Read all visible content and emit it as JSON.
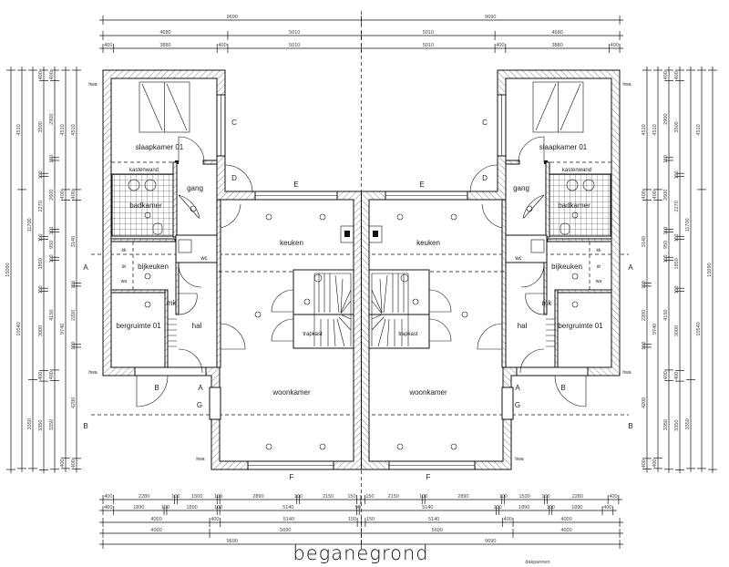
{
  "title": "beganegrond",
  "note": "dakpannen",
  "rooms": {
    "slaapkamer": "slaapkamer 01",
    "kastenwand": "kastenwand",
    "gang": "gang",
    "badkamer": "badkamer",
    "keuken": "keuken",
    "bijkeuken": "bijkeuken",
    "wc": "wc",
    "mk": "mk",
    "hal": "hal",
    "bergruimte": "bergruimte 01",
    "trapkast": "trapkast",
    "woonkamer": "woonkamer",
    "kk": "kk",
    "dr": "dr",
    "wa": "wa"
  },
  "markers": {
    "A": "A",
    "B": "B",
    "C": "C",
    "D": "D",
    "E": "E",
    "F": "F",
    "G": "G",
    "hwa": "hwa"
  },
  "dimensions": {
    "top": [
      [
        9690,
        9690
      ],
      [
        4680,
        5010,
        5010,
        4680
      ],
      [
        400,
        3880,
        400,
        5010,
        5010,
        400,
        3880,
        400
      ]
    ],
    "bottom": [
      [
        400,
        2280,
        100,
        1500,
        100,
        2890,
        100,
        2150,
        150,
        150,
        2150,
        100,
        2890,
        100,
        1500,
        100,
        2280,
        400
      ],
      [
        400,
        1890,
        100,
        1890,
        100,
        5140,
        90,
        5140,
        100,
        1890,
        100,
        1890,
        400
      ],
      [
        4000,
        400,
        5140,
        150,
        150,
        5140,
        400,
        4000
      ],
      [
        4000,
        5690,
        5690,
        4000
      ],
      [
        9690,
        9690
      ]
    ],
    "left": [
      [
        15090
      ],
      [
        4510,
        10540
      ],
      [
        11700,
        3350
      ],
      [
        400,
        3500,
        110,
        2270,
        110,
        1850,
        110,
        3000,
        400,
        3350
      ],
      [
        400,
        2900,
        110,
        2600,
        110,
        950,
        110,
        4150,
        400,
        3350
      ],
      [
        4510,
        400,
        9740,
        400
      ],
      [
        4510,
        400,
        3140,
        110,
        2200,
        110,
        4200,
        400
      ]
    ],
    "right": [
      [
        4510,
        400,
        3140,
        110,
        2200,
        110,
        4200,
        400
      ],
      [
        4510,
        400,
        9740,
        400
      ],
      [
        400,
        2900,
        110,
        2600,
        110,
        950,
        110,
        4150,
        400,
        3350
      ],
      [
        400,
        3500,
        110,
        2270,
        110,
        1850,
        110,
        3000,
        400,
        3350
      ],
      [
        11700,
        3350
      ],
      [
        4510,
        10540
      ],
      [
        15090
      ]
    ]
  }
}
